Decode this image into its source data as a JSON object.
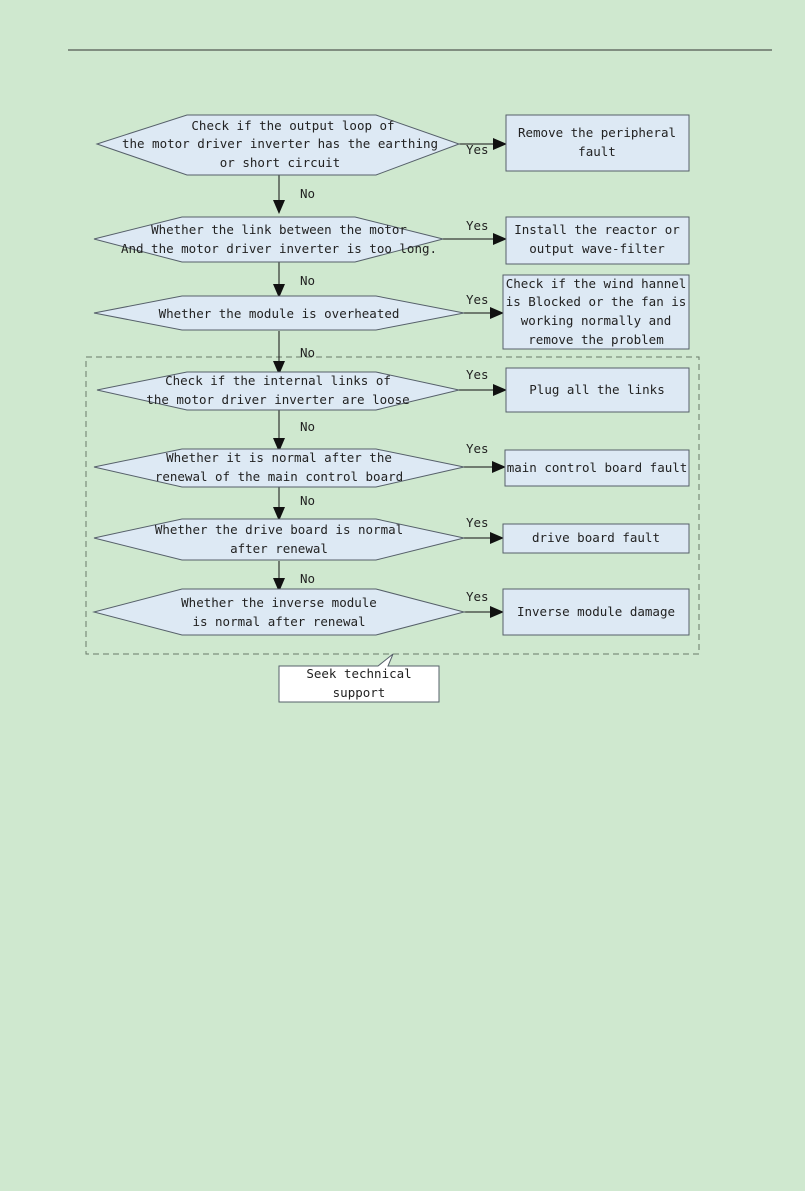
{
  "flow": {
    "d1": {
      "line1": "Check if the output loop of",
      "line2": "the motor driver inverter has the earthing",
      "line3": "or short circuit"
    },
    "r1": {
      "line1": "Remove the peripheral",
      "line2": "fault"
    },
    "d2": {
      "line1": "Whether the link between the motor",
      "line2": "And the motor driver inverter is too long."
    },
    "r2": {
      "line1": "Install the reactor or",
      "line2": "output wave-filter"
    },
    "d3": {
      "line1": "Whether the module is overheated"
    },
    "r3": {
      "line1": "Check if the wind hannel",
      "line2": "is Blocked or the fan is",
      "line3": "working normally and",
      "line4": "remove the problem"
    },
    "d4": {
      "line1": "Check if the internal links of",
      "line2": "the motor driver inverter are loose"
    },
    "r4": {
      "line1": "Plug all the links"
    },
    "d5": {
      "line1": "Whether it is normal after the",
      "line2": "renewal of the main control board"
    },
    "r5": {
      "line1": "main control board fault"
    },
    "d6": {
      "line1": "Whether the drive board is normal",
      "line2": "after renewal"
    },
    "r6": {
      "line1": "drive board fault"
    },
    "d7": {
      "line1": "Whether the inverse module",
      "line2": "is normal after renewal"
    },
    "r7": {
      "line1": "Inverse module damage"
    },
    "callout": {
      "line1": "Seek technical",
      "line2": "support"
    },
    "yes": "Yes",
    "no": "No"
  }
}
